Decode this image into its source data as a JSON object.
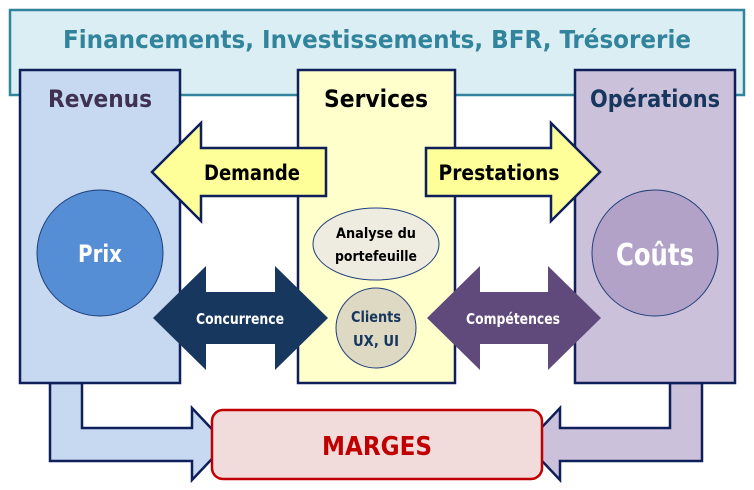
{
  "banner": {
    "label": "Financements, Investissements, BFR, Trésorerie",
    "fill": "#dbeef4",
    "stroke": "#31849b",
    "text_color": "#31849b"
  },
  "columns": {
    "revenus": {
      "title": "Revenus",
      "fill": "#c6d9f1",
      "title_color": "#3f3151",
      "circle_label": "Prix",
      "circle_fill": "#558ed5"
    },
    "services": {
      "title": "Services",
      "fill": "#ffffcc",
      "title_color": "#000000"
    },
    "operations": {
      "title": "Opérations",
      "fill": "#ccc1da",
      "title_color": "#17375e",
      "circle_label": "Coûts",
      "circle_fill": "#b3a2c7"
    }
  },
  "services_items": {
    "analyse": "Analyse du",
    "analyse_line2": "portefeuille",
    "clients": "Clients",
    "clients_line2": "UX, UI"
  },
  "arrows": {
    "demande": {
      "label": "Demande",
      "direction": "left",
      "fill": "#ffff99"
    },
    "prestations": {
      "label": "Prestations",
      "direction": "right",
      "fill": "#ffff99"
    },
    "concurrence": {
      "label": "Concurrence",
      "direction": "both",
      "fill": "#17375e"
    },
    "competences": {
      "label": "Compétences",
      "direction": "both",
      "fill": "#604a7b"
    }
  },
  "marges": {
    "label": "MARGES",
    "fill": "#f2dcdb",
    "stroke": "#c00000",
    "text_color": "#c00000"
  },
  "outline_color": "#0f1f5a"
}
